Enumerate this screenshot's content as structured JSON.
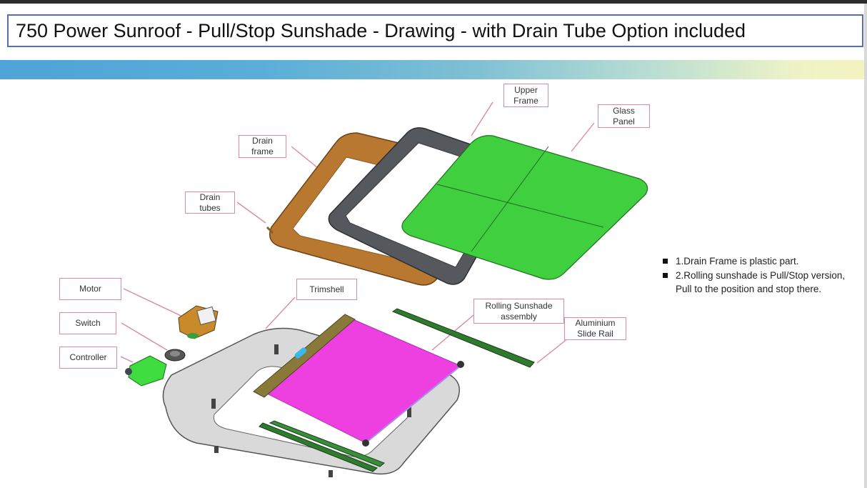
{
  "header": {
    "title": "750 Power Sunroof - Pull/Stop Sunshade  - Drawing - with Drain Tube Option included"
  },
  "callouts": {
    "upper_frame": "Upper\nFrame",
    "glass_panel": "Glass\nPanel",
    "drain_frame": "Drain\nframe",
    "drain_tubes": "Drain\ntubes",
    "motor": "Motor",
    "switch": "Switch",
    "controller": "Controller",
    "trimshell": "Trimshell",
    "rolling_sunshade": "Rolling Sunshade\nassembly",
    "slide_rail": "Aluminium\nSlide Rail"
  },
  "notes": [
    "1.Drain Frame is plastic part.",
    "2.Rolling sunshade is Pull/Stop version, Pull to the position and stop there."
  ],
  "colors": {
    "callout_border": "#d88aa6",
    "leader_line": "#d88aa6",
    "drain_frame": "#b8782f",
    "upper_frame": "#4a4d52",
    "glass_panel": "#3fcf3f",
    "sunshade": "#ee3fe0",
    "slide_rail": "#2f7a2f",
    "trimshell": "#d6d6d6",
    "title_border": "#5a6fa8"
  }
}
